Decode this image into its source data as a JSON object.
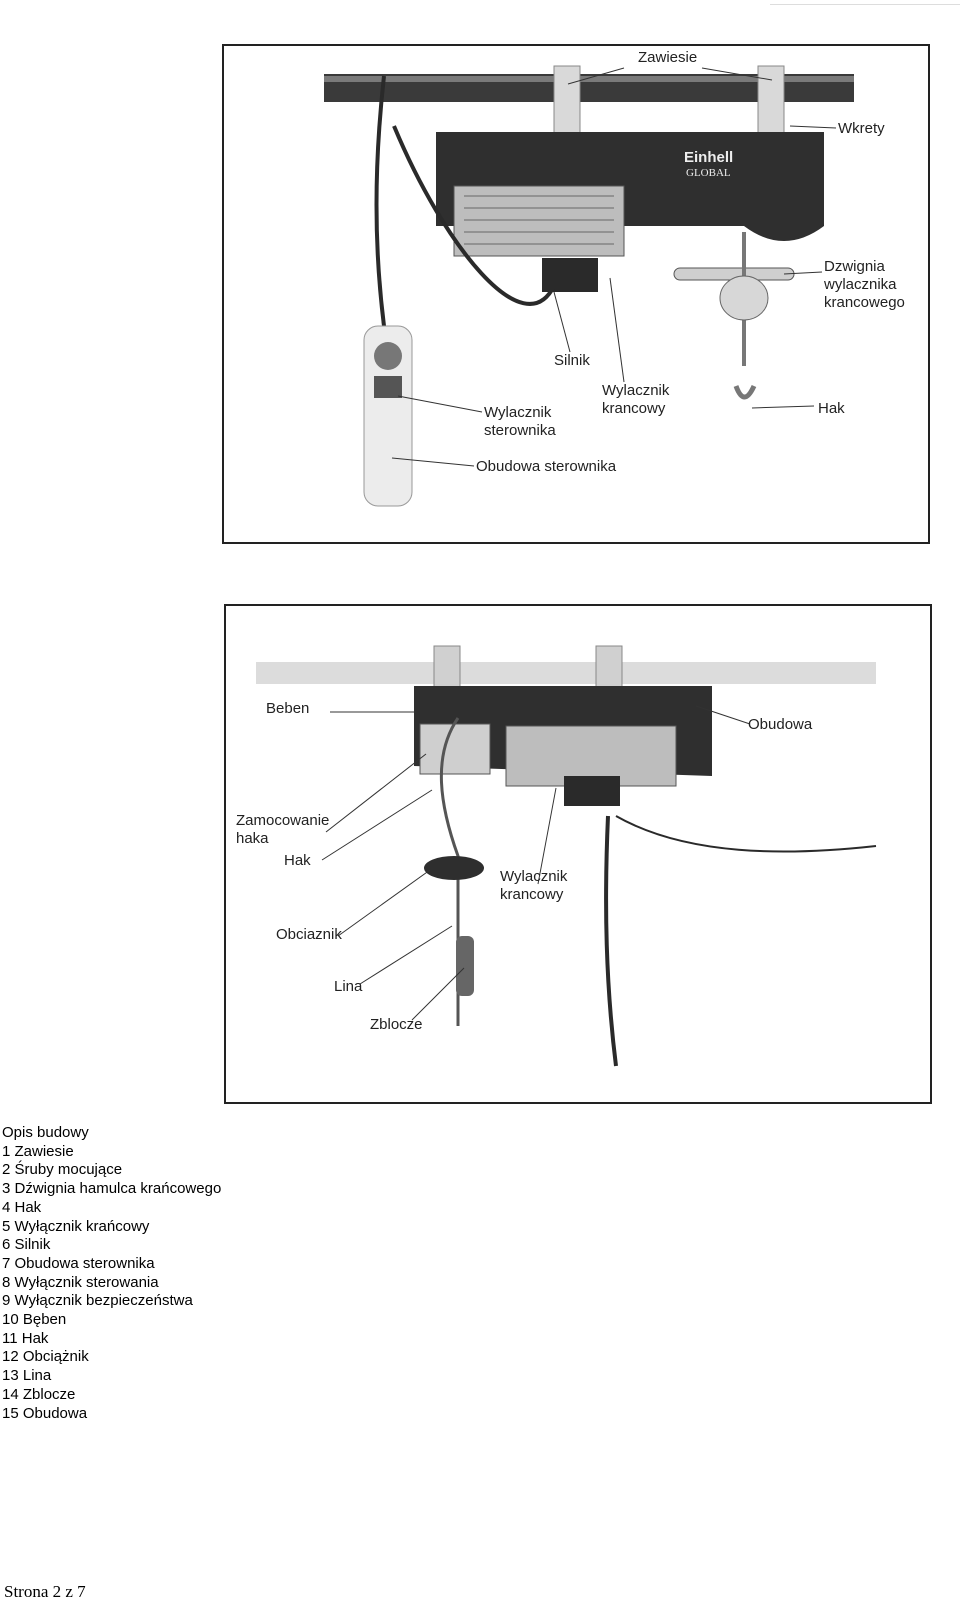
{
  "figure1": {
    "brand": "Einhell",
    "brand_sub": "GLOBAL",
    "labels": {
      "zawiesie": "Zawiesie",
      "wkrety": "Wkrety",
      "dzwignia": "Dzwignia\nwylacznika\nkrancowego",
      "silnik": "Silnik",
      "wylacznik_krancowy": "Wylacznik\nkrancowy",
      "hak": "Hak",
      "wylacznik_sterownika": "Wylacznik\nsterownika",
      "obudowa_sterownika": "Obudowa sterownika"
    }
  },
  "figure2": {
    "labels": {
      "beben": "Beben",
      "obudowa": "Obudowa",
      "zamocowanie": "Zamocowanie\nhaka",
      "hak": "Hak",
      "wylacznik_krancowy": "Wylacznik\nkrancowy",
      "obciaznik": "Obciaznik",
      "lina": "Lina",
      "zblocze": "Zblocze"
    }
  },
  "legend": {
    "title": "Opis budowy",
    "items": [
      "1 Zawiesie",
      "2 Śruby mocujące",
      "3 Dźwignia hamulca krańcowego",
      "4 Hak",
      "5 Wyłącznik krańcowy",
      "6 Silnik",
      "7 Obudowa sterownika",
      "8 Wyłącznik sterowania",
      "9 Wyłącznik bezpieczeństwa",
      "10 Bęben",
      "11 Hak",
      "12 Obciążnik",
      "13 Lina",
      "14 Zblocze",
      "15 Obudowa"
    ]
  },
  "footer": {
    "page": "Strona 2 z 7"
  }
}
